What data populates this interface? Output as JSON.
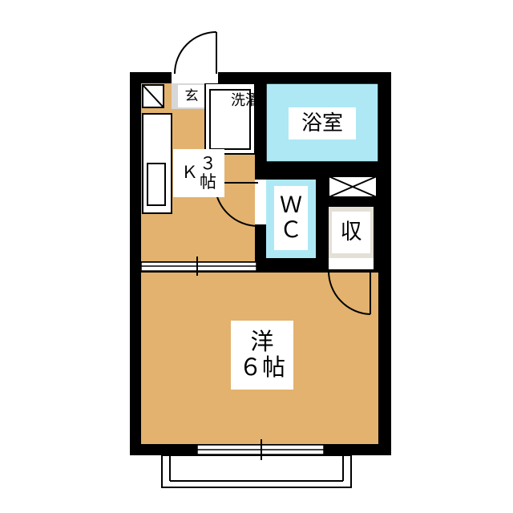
{
  "colors": {
    "floor": "#e2b26e",
    "bath": "#aee8f5",
    "wall": "#000000",
    "storage": "#e4e0d6",
    "entrance": "#d7d7d7",
    "background": "#ffffff"
  },
  "rooms": {
    "entrance": {
      "label": "玄"
    },
    "washroom": {
      "label": "洗濯"
    },
    "bath": {
      "label": "浴室"
    },
    "kitchen": {
      "line1": "３",
      "line2": "帖",
      "prefix": "Ｋ"
    },
    "wc": {
      "line1": "Ｗ",
      "line2": "Ｃ"
    },
    "storage": {
      "label": "収"
    },
    "western_room": {
      "line1": "洋",
      "line2": "６帖"
    }
  }
}
